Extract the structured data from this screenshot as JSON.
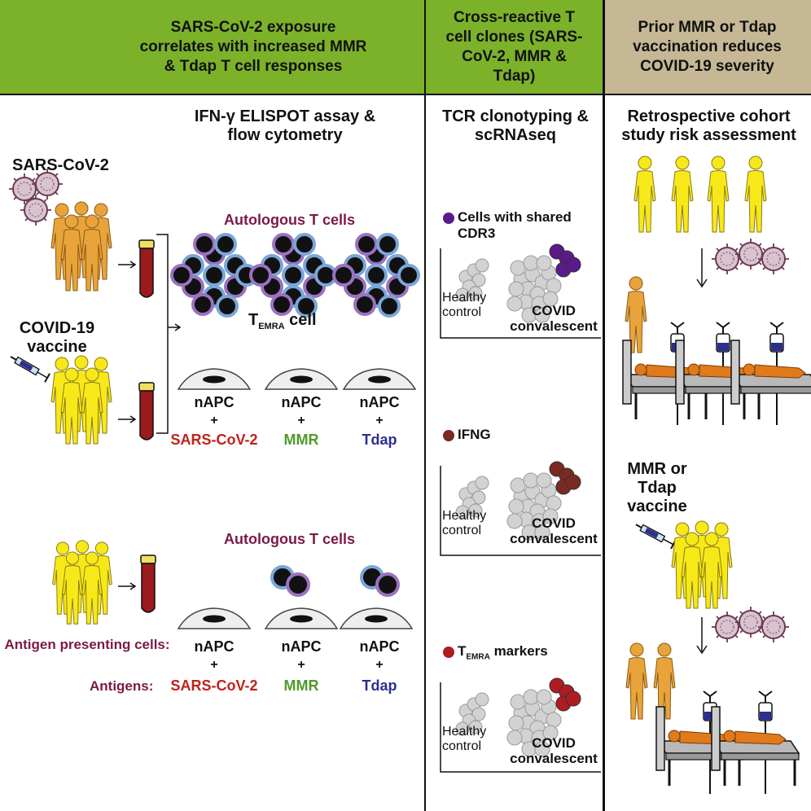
{
  "colors": {
    "header_green": "#7cb229",
    "header_tan": "#c6b895",
    "sars_red": "#c0221a",
    "mmr_green": "#4f9a2b",
    "tdap_blue": "#2b2f8f",
    "maroon": "#7b1a45",
    "purple_cells": "#5a1a8a",
    "ifng_cells": "#7a2a22",
    "temra_cells": "#b01c22",
    "person_orange": "#e8a43a",
    "person_yellow": "#f7e81a"
  },
  "headers": {
    "left": "SARS-CoV-2 exposure correlates with increased MMR & Tdap T cell responses",
    "middle": "Cross-reactive T cell clones (SARS-CoV-2, MMR & Tdap)",
    "right": "Prior MMR or Tdap vaccination reduces COVID-19 severity"
  },
  "left": {
    "assay_title": "IFN-γ ELISPOT assay & flow cytometry",
    "sars_label": "SARS-CoV-2",
    "covid_vaccine_label": "COVID-19 vaccine",
    "autologous_top": "Autologous T cells",
    "temra_main": "T",
    "temra_sub": "EMRA",
    "temra_rest": " cell",
    "napc": "nAPC",
    "plus": "+",
    "sars_antigen": "SARS-CoV-2",
    "mmr_antigen": "MMR",
    "tdap_antigen": "Tdap",
    "autologous_bottom": "Autologous T cells",
    "apc_label": "Antigen presenting cells:",
    "antigens_label": "Antigens:"
  },
  "middle": {
    "title": "TCR clonotyping & scRNAseq",
    "panel1_label": "Cells with shared CDR3",
    "panel2_label": "IFNG",
    "panel3_main": "T",
    "panel3_sub": "EMRA",
    "panel3_rest": " markers",
    "healthy": "Healthy control",
    "covid": "COVID convalescent"
  },
  "right": {
    "title": "Retrospective cohort study risk assessment",
    "vaccine_label": "MMR or Tdap vaccine"
  }
}
